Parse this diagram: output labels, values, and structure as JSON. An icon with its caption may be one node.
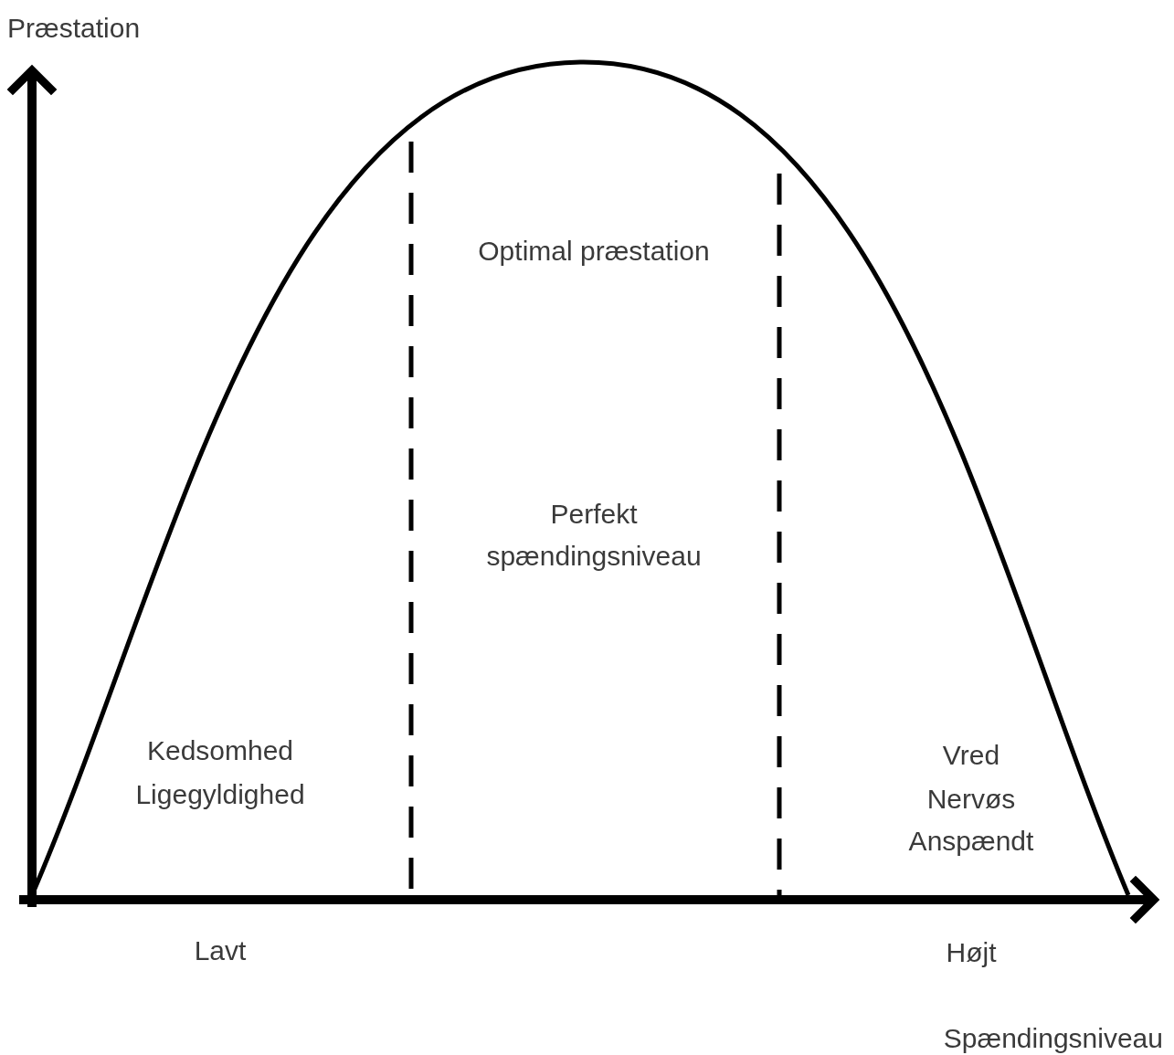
{
  "diagram": {
    "labels": [
      "Præstation",
      "Optimal præstation",
      "Perfekt spændingsniveau",
      "Kedsomhed",
      "Ligegyldighed",
      "Vred",
      "Nervøs",
      "Anspændt",
      "Lavt",
      "Højt",
      "Spændingsniveau"
    ]
  }
}
